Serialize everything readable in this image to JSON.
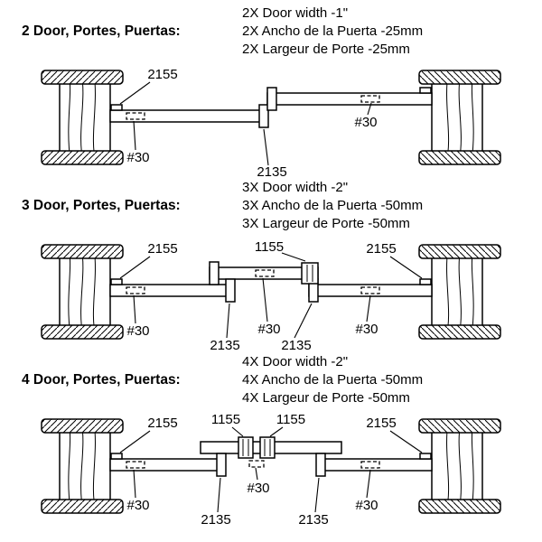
{
  "sections": [
    {
      "heading": "2 Door, Portes, Puertas:",
      "specs": [
        "2X Door width -1\"",
        "2X Ancho de la Puerta -25mm",
        "2X Largeur de Porte -25mm"
      ],
      "labels": {
        "l2155_left": "2155",
        "l30_left": "#30",
        "l2135": "2135",
        "l30_right": "#30"
      }
    },
    {
      "heading": "3 Door, Portes, Puertas:",
      "specs": [
        "3X Door width -2\"",
        "3X Ancho de la Puerta -50mm",
        "3X Largeur de Porte -50mm"
      ],
      "labels": {
        "l2155_left": "2155",
        "l1155": "1155",
        "l2155_right": "2155",
        "l30_left": "#30",
        "l2135_left": "2135",
        "l30_center": "#30",
        "l2135_right": "2135",
        "l30_right": "#30"
      }
    },
    {
      "heading": "4 Door, Portes, Puertas:",
      "specs": [
        "4X Door width -2\"",
        "4X Ancho de la Puerta -50mm",
        "4X Largeur de Porte -50mm"
      ],
      "labels": {
        "l2155_left": "2155",
        "l1155_left": "1155",
        "l1155_right": "1155",
        "l2155_right": "2155",
        "l30_left": "#30",
        "l2135_left": "2135",
        "l30_center": "#30",
        "l2135_right": "2135",
        "l30_right": "#30"
      }
    }
  ]
}
